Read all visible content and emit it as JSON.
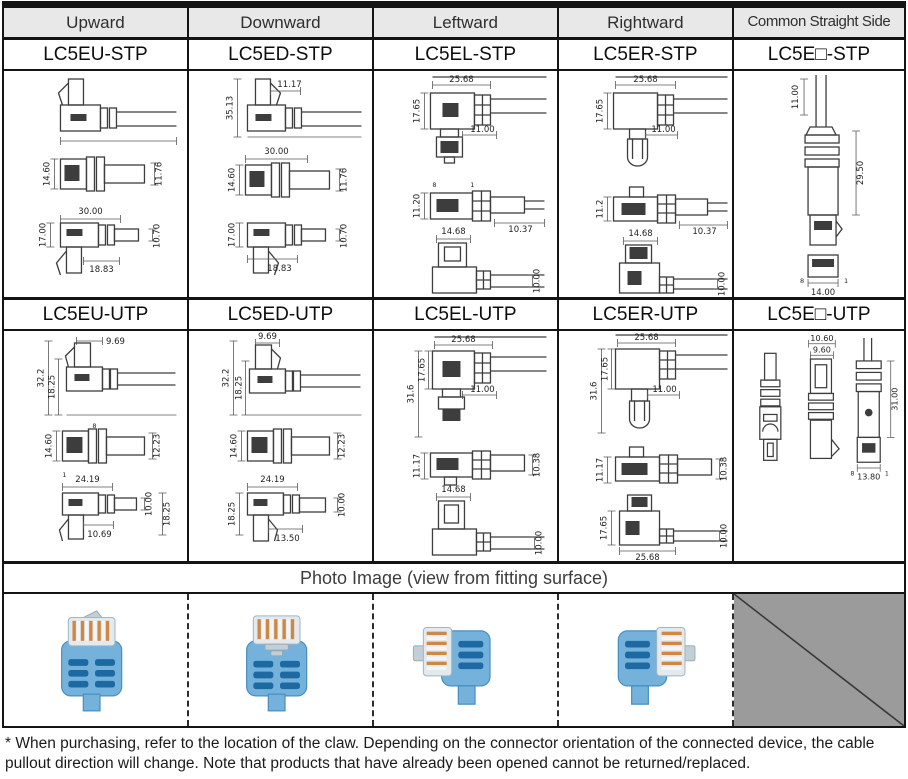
{
  "header": {
    "columns": [
      "Upward",
      "Downward",
      "Leftward",
      "Rightward",
      "Common Straight Side"
    ]
  },
  "models": {
    "stp": [
      "LC5EU-STP",
      "LC5ED-STP",
      "LC5EL-STP",
      "LC5ER-STP",
      "LC5E□-STP"
    ],
    "utp": [
      "LC5EU-UTP",
      "LC5ED-UTP",
      "LC5EL-UTP",
      "LC5ER-UTP",
      "LC5E□-UTP"
    ]
  },
  "dims": {
    "stp_up": [
      "14.60",
      "11.76",
      "30.00",
      "17.00",
      "18.83",
      "10.70"
    ],
    "stp_down": [
      "35.13",
      "11.17",
      "30.00",
      "14.60",
      "11.76",
      "17.00",
      "10.70",
      "18.83"
    ],
    "stp_left": [
      "25.68",
      "17.65",
      "11.00",
      "11.20",
      "10.37",
      "14.68",
      "10.00"
    ],
    "stp_right": [
      "25.68",
      "17.65",
      "11.00",
      "11.2",
      "10.37",
      "14.68",
      "10.00"
    ],
    "stp_straight": [
      "11.00",
      "29.50",
      "14.00"
    ],
    "utp_up": [
      "9.69",
      "32.2",
      "18.25",
      "14.60",
      "12.23",
      "24.19",
      "10.00",
      "18.25",
      "10.69"
    ],
    "utp_down": [
      "9.69",
      "32.2",
      "18.25",
      "14.60",
      "12.23",
      "24.19",
      "18.25",
      "13.50",
      "10.00"
    ],
    "utp_left": [
      "25.68",
      "31.6",
      "17.65",
      "11.00",
      "11.17",
      "10.38",
      "14.68",
      "10.00"
    ],
    "utp_right": [
      "25.68",
      "31.6",
      "17.65",
      "11.00",
      "11.17",
      "10.38",
      "17.65",
      "10.00",
      "25.68"
    ],
    "utp_straight": [
      "10.60",
      "9.60",
      "31.00",
      "13.80"
    ]
  },
  "pins": {
    "p1": "1",
    "p8": "8"
  },
  "photo_section": {
    "caption": "Photo Image (view from fitting surface)"
  },
  "footnote": "* When purchasing, refer to the location of the claw. Depending on the connector orientation of the connected device, the cable pullout direction will change. Note that products that have already been opened cannot be returned/replaced.",
  "colors": {
    "header_bg": "#e8e8e8",
    "border_black": "#141414",
    "photo_blue": "#74b2dc",
    "photo_slot_blue": "#1d6aa3",
    "na_gray": "#9b9b9b"
  }
}
